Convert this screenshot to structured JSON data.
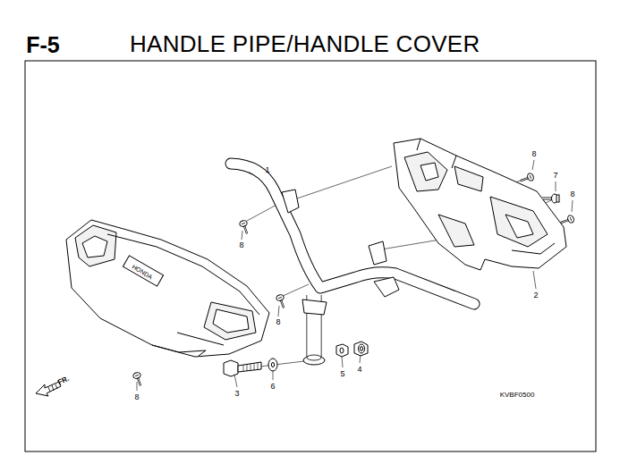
{
  "diagram": {
    "title": "HANDLE PIPE/HANDLE COVER",
    "labels": [
      "F-5",
      "8",
      "1",
      "7",
      "8",
      "8",
      "HONDA",
      "2",
      "8",
      "4",
      "5",
      "6",
      "3",
      "FR.",
      "8",
      "KVBF0500"
    ]
  }
}
